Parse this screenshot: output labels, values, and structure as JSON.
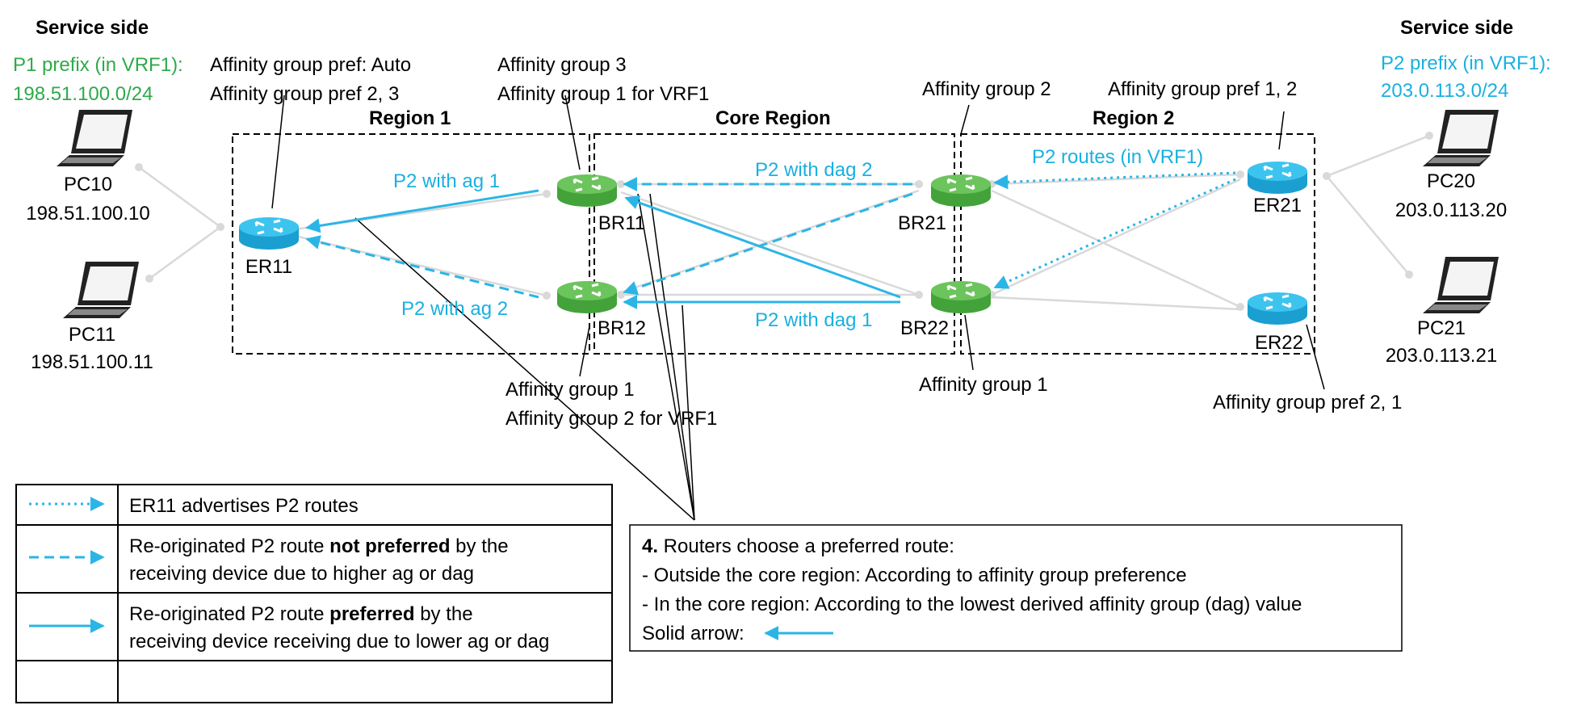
{
  "colors": {
    "edge_router": "#1ab0e0",
    "border_router": "#5cb947",
    "route": "#2bb5e6",
    "link": "#d9d9d9",
    "ip_green": "#2eaa4a",
    "ip_blue": "#1ab0e0"
  },
  "left_service": {
    "title": "Service side",
    "prefix_label": "P1 prefix (in VRF1):",
    "prefix": "198.51.100.0/24"
  },
  "right_service": {
    "title": "Service side",
    "prefix_label": "P2 prefix (in VRF1):",
    "prefix": "203.0.113.0/24"
  },
  "regions": {
    "r1": "Region 1",
    "core": "Core Region",
    "r2": "Region 2"
  },
  "pcs": {
    "pc10": {
      "name": "PC10",
      "ip": "198.51.100.10"
    },
    "pc11": {
      "name": "PC11",
      "ip": "198.51.100.11"
    },
    "pc20": {
      "name": "PC20",
      "ip": "203.0.113.20"
    },
    "pc21": {
      "name": "PC21",
      "ip": "203.0.113.21"
    }
  },
  "routers": {
    "er11": "ER11",
    "br11": "BR11",
    "br12": "BR12",
    "br21": "BR21",
    "br22": "BR22",
    "er21": "ER21",
    "er22": "ER22"
  },
  "annotations": {
    "er11_line1": "Affinity group pref: Auto",
    "er11_line2": "Affinity group pref 2, 3",
    "br11_line1": "Affinity group  3",
    "br11_line2": "Affinity group 1 for VRF1",
    "br12_line1": "Affinity group 1",
    "br12_line2": "Affinity group 2 for VRF1",
    "br21": "Affinity group 2",
    "br22": "Affinity group 1",
    "er21": "Affinity group pref 1, 2",
    "er22": "Affinity group pref 2, 1"
  },
  "route_labels": {
    "p2_ag1": "P2 with ag 1",
    "p2_ag2": "P2 with ag 2",
    "p2_dag2": "P2 with dag 2",
    "p2_dag1": "P2 with dag 1",
    "p2_routes": "P2 routes (in VRF1)"
  },
  "legend": {
    "row1": "ER11 advertises P2 routes",
    "row2_pre": "Re-originated P2 route ",
    "row2_bold": "not preferred",
    "row2_post": " by the",
    "row2_line2": "receiving device due to higher ag or dag",
    "row3_pre": "Re-originated P2 route ",
    "row3_bold": "preferred",
    "row3_post": " by the",
    "row3_line2": "receiving device receiving due to lower ag or dag"
  },
  "callout": {
    "step": "4.",
    "title": " Routers choose a preferred route:",
    "line1": "- Outside the core region: According to affinity group preference",
    "line2": "- In the core region: According to the lowest derived affinity group (dag) value",
    "line3": "Solid arrow:"
  }
}
